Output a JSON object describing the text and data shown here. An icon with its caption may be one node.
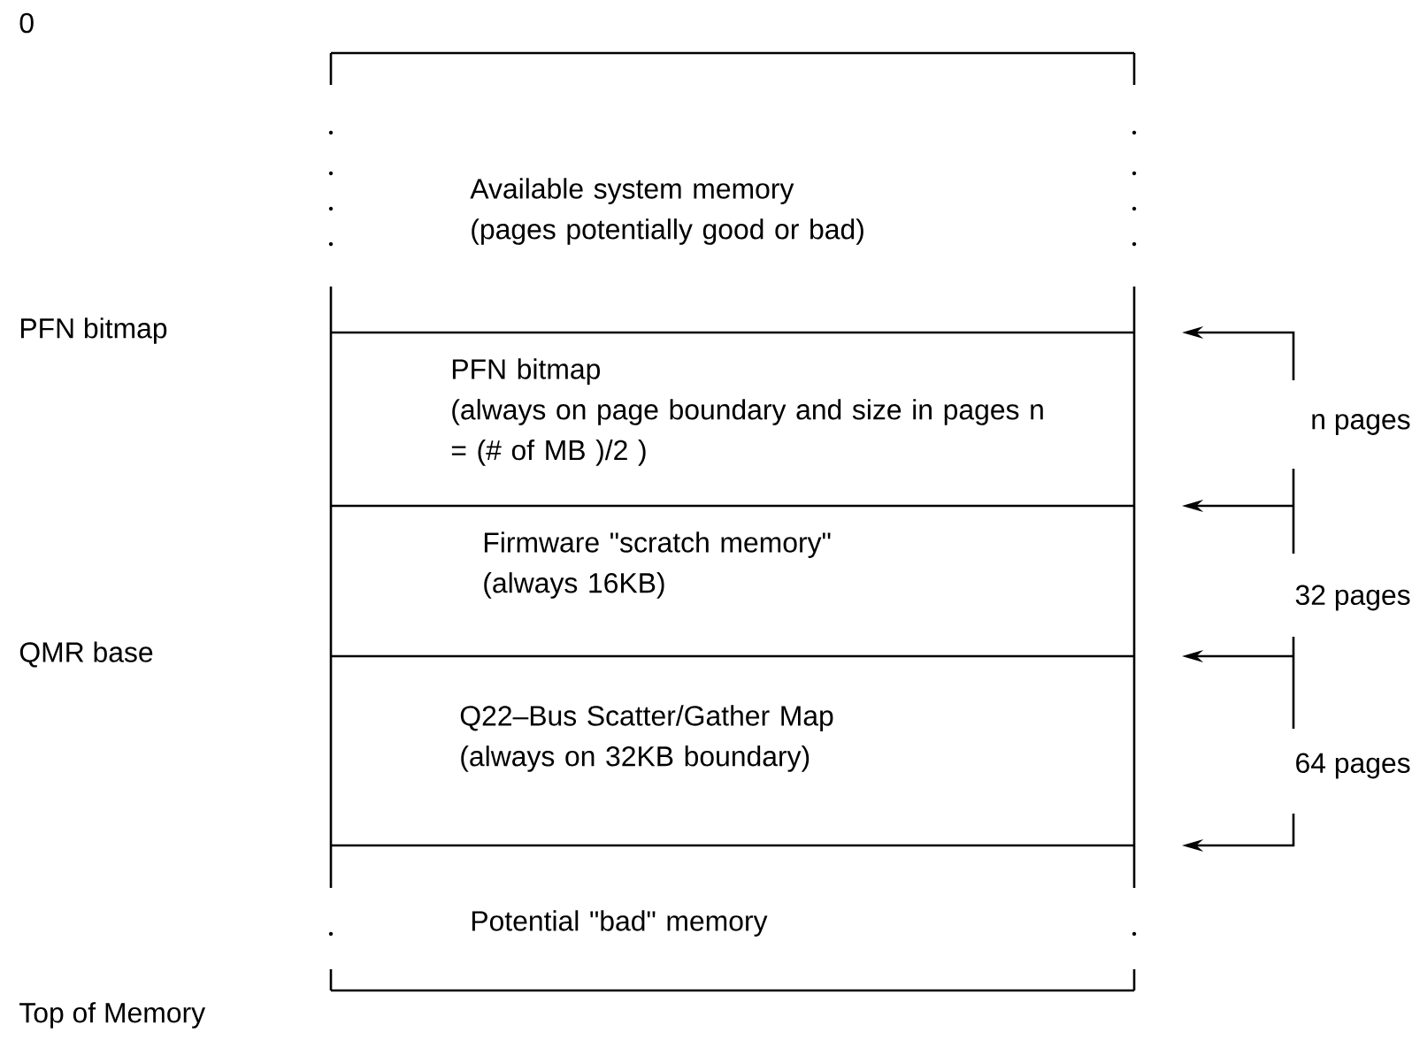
{
  "diagram": {
    "nodes": [
      {
        "text": [
          "Available system memory",
          "(pages potentially good or bad)"
        ]
      },
      {
        "text": [
          "PFN bitmap",
          "(always on page boundary and size in pages n = (# of MB )/2 )"
        ]
      },
      {
        "text": [
          "Firmware \"scratch memory\"",
          "(always 16KB)"
        ]
      },
      {
        "text": [
          "Q22–Bus Scatter/Gather Map",
          "(always on 32KB boundary)"
        ]
      },
      {
        "text": [
          "Potential \"bad\" memory"
        ]
      }
    ],
    "edges": [],
    "labels": [
      "0",
      "PFN bitmap",
      "n pages",
      "32 pages",
      "QMR base",
      "64 pages",
      "Top of Memory"
    ]
  }
}
